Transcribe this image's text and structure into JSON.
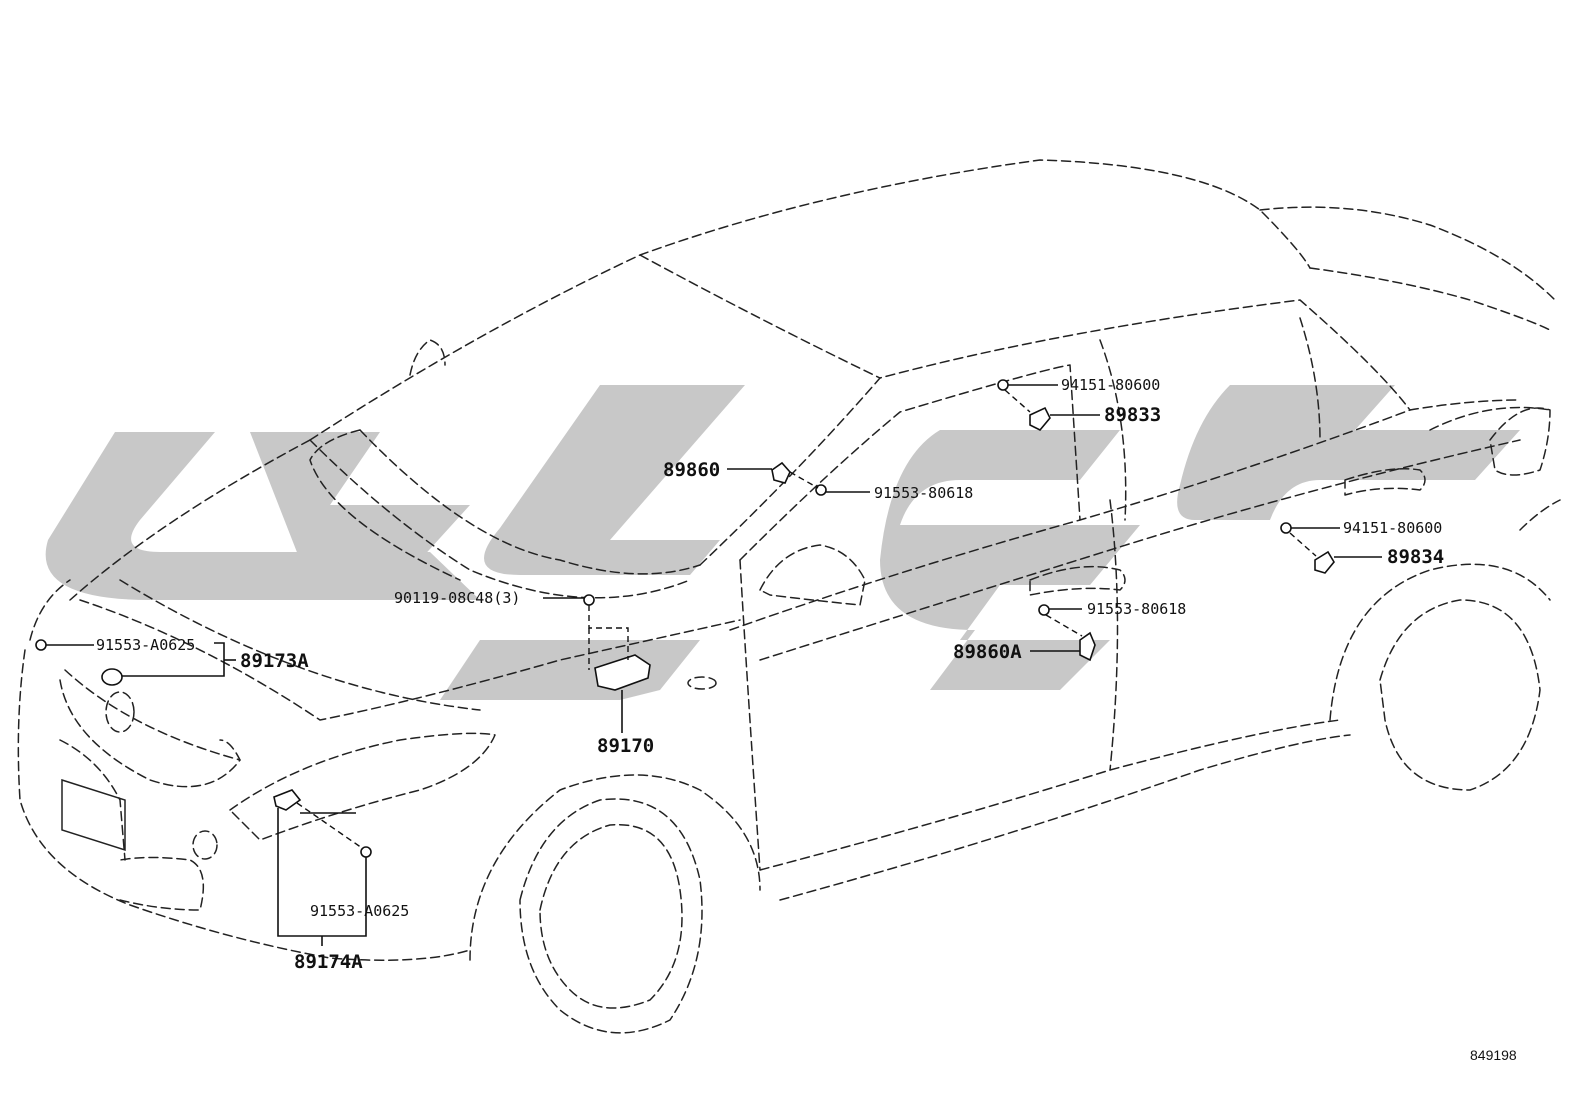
{
  "diagram_code": "849198",
  "labels": {
    "p94151_80600_a": "94151-80600",
    "p89833": "89833",
    "p89860": "89860",
    "p91553_80618_a": "91553-80618",
    "p94151_80600_b": "94151-80600",
    "p89834": "89834",
    "p90119_08c48": "90119-08C48(3)",
    "p91553_80618_b": "91553-80618",
    "p89860a": "89860A",
    "p91553_a0625_a": "91553-A0625",
    "p89173a": "89173A",
    "p89170": "89170",
    "p91553_a0625_b": "91553-A0625",
    "p89174a": "89174A"
  },
  "colors": {
    "watermark": "#c8c8c8",
    "line": "#222222"
  }
}
